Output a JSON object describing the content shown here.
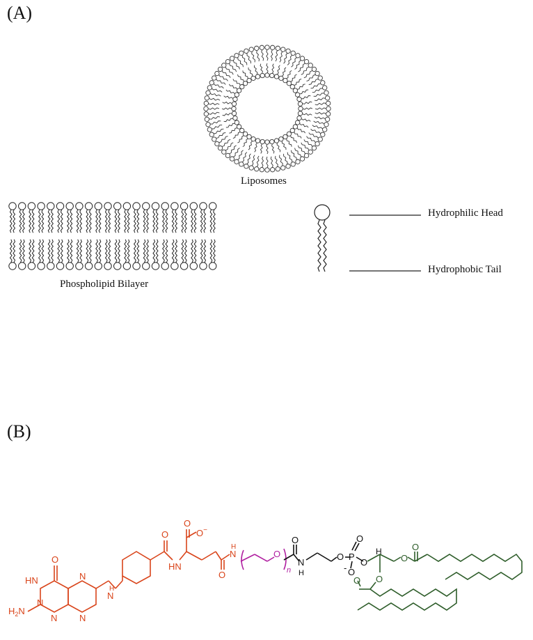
{
  "panels": {
    "a_label": "(A)",
    "b_label": "(B)"
  },
  "figure_a": {
    "liposome_caption": "Liposomes",
    "bilayer_caption": "Phospholipid Bilayer",
    "head_label": "Hydrophilic Head",
    "tail_label": "Hydrophobic Tail"
  },
  "figure_b": {
    "colors": {
      "folate": "#d9441a",
      "peg": "#b01fa0",
      "linker": "#111111",
      "lipid": "#2e5d2a"
    },
    "atoms": {
      "o_pteridine": "O",
      "hn_pteridine": "HN",
      "n1": "N",
      "n2": "N",
      "n3": "N",
      "n4": "N",
      "h2n": "H",
      "h2n_sub": "2",
      "h2n_n": "N",
      "nh_amine": "H",
      "nh_amine_n": "N",
      "o_amide1": "O",
      "nh_amide1": "H",
      "nh_amide1_n": "N",
      "o_carbox": "O",
      "o_carbox_minus": "−",
      "o_amide2": "O",
      "nh_amide2_n": "N",
      "nh_amide2": "H",
      "o_peg": "O",
      "n_index": "n",
      "o_carbamate": "O",
      "n_carbamate": "N",
      "h_carbamate": "H",
      "o_link": "O",
      "p_atom": "P",
      "o_p_top": "O",
      "o_p_minus": "-",
      "o_p_bottom": "O",
      "o_glyc1": "O",
      "h_glyc": "H",
      "o_ester1": "O",
      "o_ester1_co": "O",
      "o_ester2": "O",
      "o_ester2_co": "O"
    }
  }
}
